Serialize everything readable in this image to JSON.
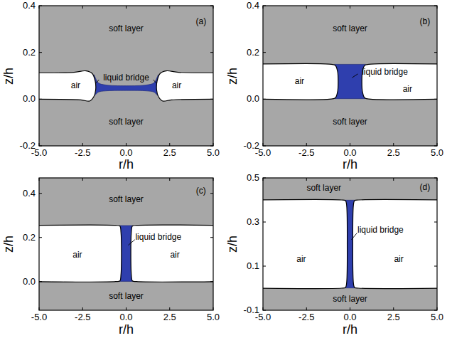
{
  "diagram": {
    "labels": [
      "(a)",
      "soft layer",
      "soft layer",
      "air",
      "air",
      "liquid bridge",
      "0.4",
      "0.2",
      "0.0",
      "-0.2",
      "-5.0",
      "-2.5",
      "0.0",
      "2.5",
      "5.0",
      "z/h",
      "r/h",
      "(b)",
      "soft layer",
      "soft layer",
      "air",
      "air",
      "liquid bridge",
      "0.4",
      "0.2",
      "0.0",
      "-0.2",
      "-5.0",
      "-2.5",
      "0.0",
      "2.5",
      "5.0",
      "z/h",
      "r/h",
      "(c)",
      "soft layer",
      "soft layer",
      "air",
      "air",
      "liquid bridge",
      "0.4",
      "0.2",
      "0.0",
      "-5.0",
      "-2.5",
      "0.0",
      "2.5",
      "5.0",
      "z/h",
      "r/h",
      "(d)",
      "soft layer",
      "soft layer",
      "air",
      "air",
      "liquid bridge",
      "0.5",
      "0.3",
      "0.1",
      "-0.1",
      "-5.0",
      "-2.5",
      "0.0",
      "2.5",
      "5.0",
      "z/h",
      "r/h"
    ]
  }
}
